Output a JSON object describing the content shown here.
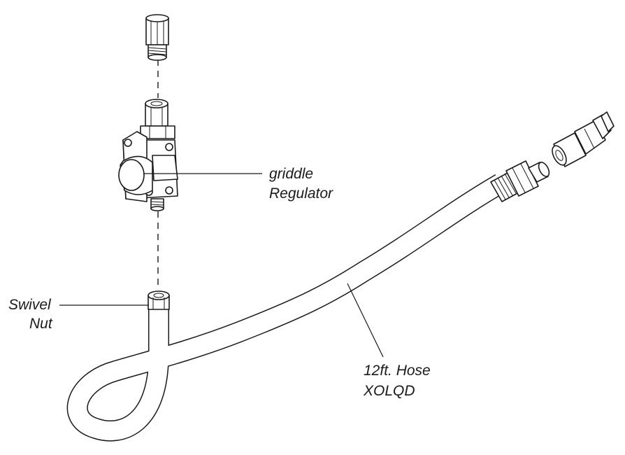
{
  "labels": {
    "regulator_line1": "griddle",
    "regulator_line2": "Regulator",
    "swivel_line1": "Swivel",
    "swivel_line2": "Nut",
    "hose_line1": "12ft. Hose",
    "hose_line2": "XOLQD"
  },
  "colors": {
    "ink": "#1a1a1a",
    "background": "#ffffff"
  }
}
